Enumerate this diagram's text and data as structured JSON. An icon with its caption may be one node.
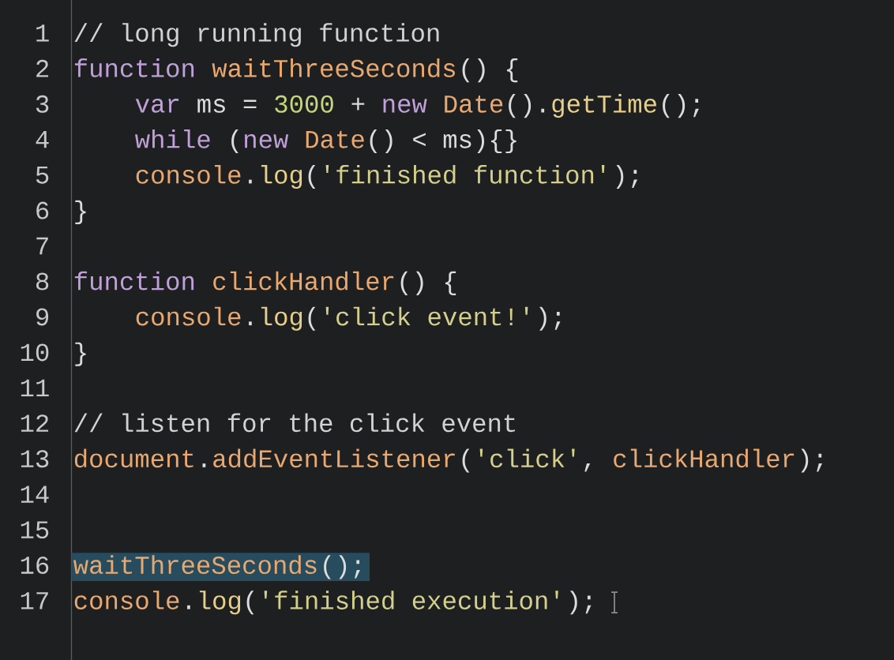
{
  "diagram": {
    "labels": [
      "1",
      "// long running function",
      "2",
      "function",
      "waitThreeSeconds",
      "() {",
      "3",
      "var",
      "ms =",
      "3000",
      "+",
      "new",
      "Date",
      "().",
      "getTime",
      "();",
      "4",
      "while",
      "(",
      "new",
      "Date",
      "() < ms){}",
      "5",
      "console",
      ".",
      "log",
      "(",
      "'finished function'",
      ");",
      "6",
      "}",
      "7",
      "8",
      "function",
      "clickHandler",
      "() {",
      "9",
      "console",
      ".",
      "log",
      "(",
      "'click event!'",
      ");",
      "10",
      "}",
      "11",
      "12",
      "// listen for the click event",
      "13",
      "document",
      ".",
      "addEventListener",
      "(",
      "'click'",
      ",",
      "clickHandler",
      ");",
      "14",
      "15",
      "16",
      "waitThreeSeconds",
      "();",
      "17",
      "console",
      ".",
      "log",
      "(",
      "'finished execution'",
      ");"
    ]
  }
}
